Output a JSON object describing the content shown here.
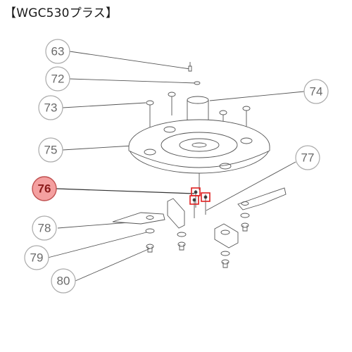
{
  "title": "【WGC530プラス】",
  "highlight_color": "#f4a0a0",
  "callouts": [
    {
      "id": "63",
      "highlighted": false
    },
    {
      "id": "72",
      "highlighted": false
    },
    {
      "id": "73",
      "highlighted": false
    },
    {
      "id": "74",
      "highlighted": false
    },
    {
      "id": "75",
      "highlighted": false
    },
    {
      "id": "76",
      "highlighted": true
    },
    {
      "id": "77",
      "highlighted": false
    },
    {
      "id": "78",
      "highlighted": false
    },
    {
      "id": "79",
      "highlighted": false
    },
    {
      "id": "80",
      "highlighted": false
    }
  ]
}
